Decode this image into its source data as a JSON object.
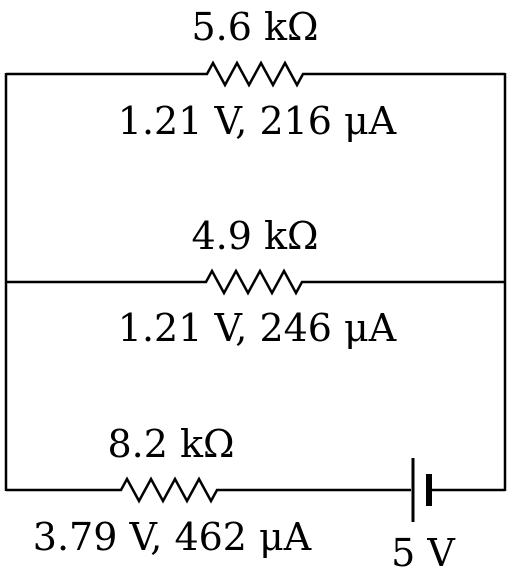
{
  "colors": {
    "wire": "#000000",
    "background": "#ffffff"
  },
  "components": {
    "r1": {
      "value": "5.6 kΩ",
      "reading": "1.21 V, 216 μA"
    },
    "r2": {
      "value": "4.9 kΩ",
      "reading": "1.21 V, 246 μA"
    },
    "r3": {
      "value": "8.2 kΩ",
      "reading": "3.79 V, 462 μA"
    },
    "battery": {
      "value": "5 V"
    }
  }
}
